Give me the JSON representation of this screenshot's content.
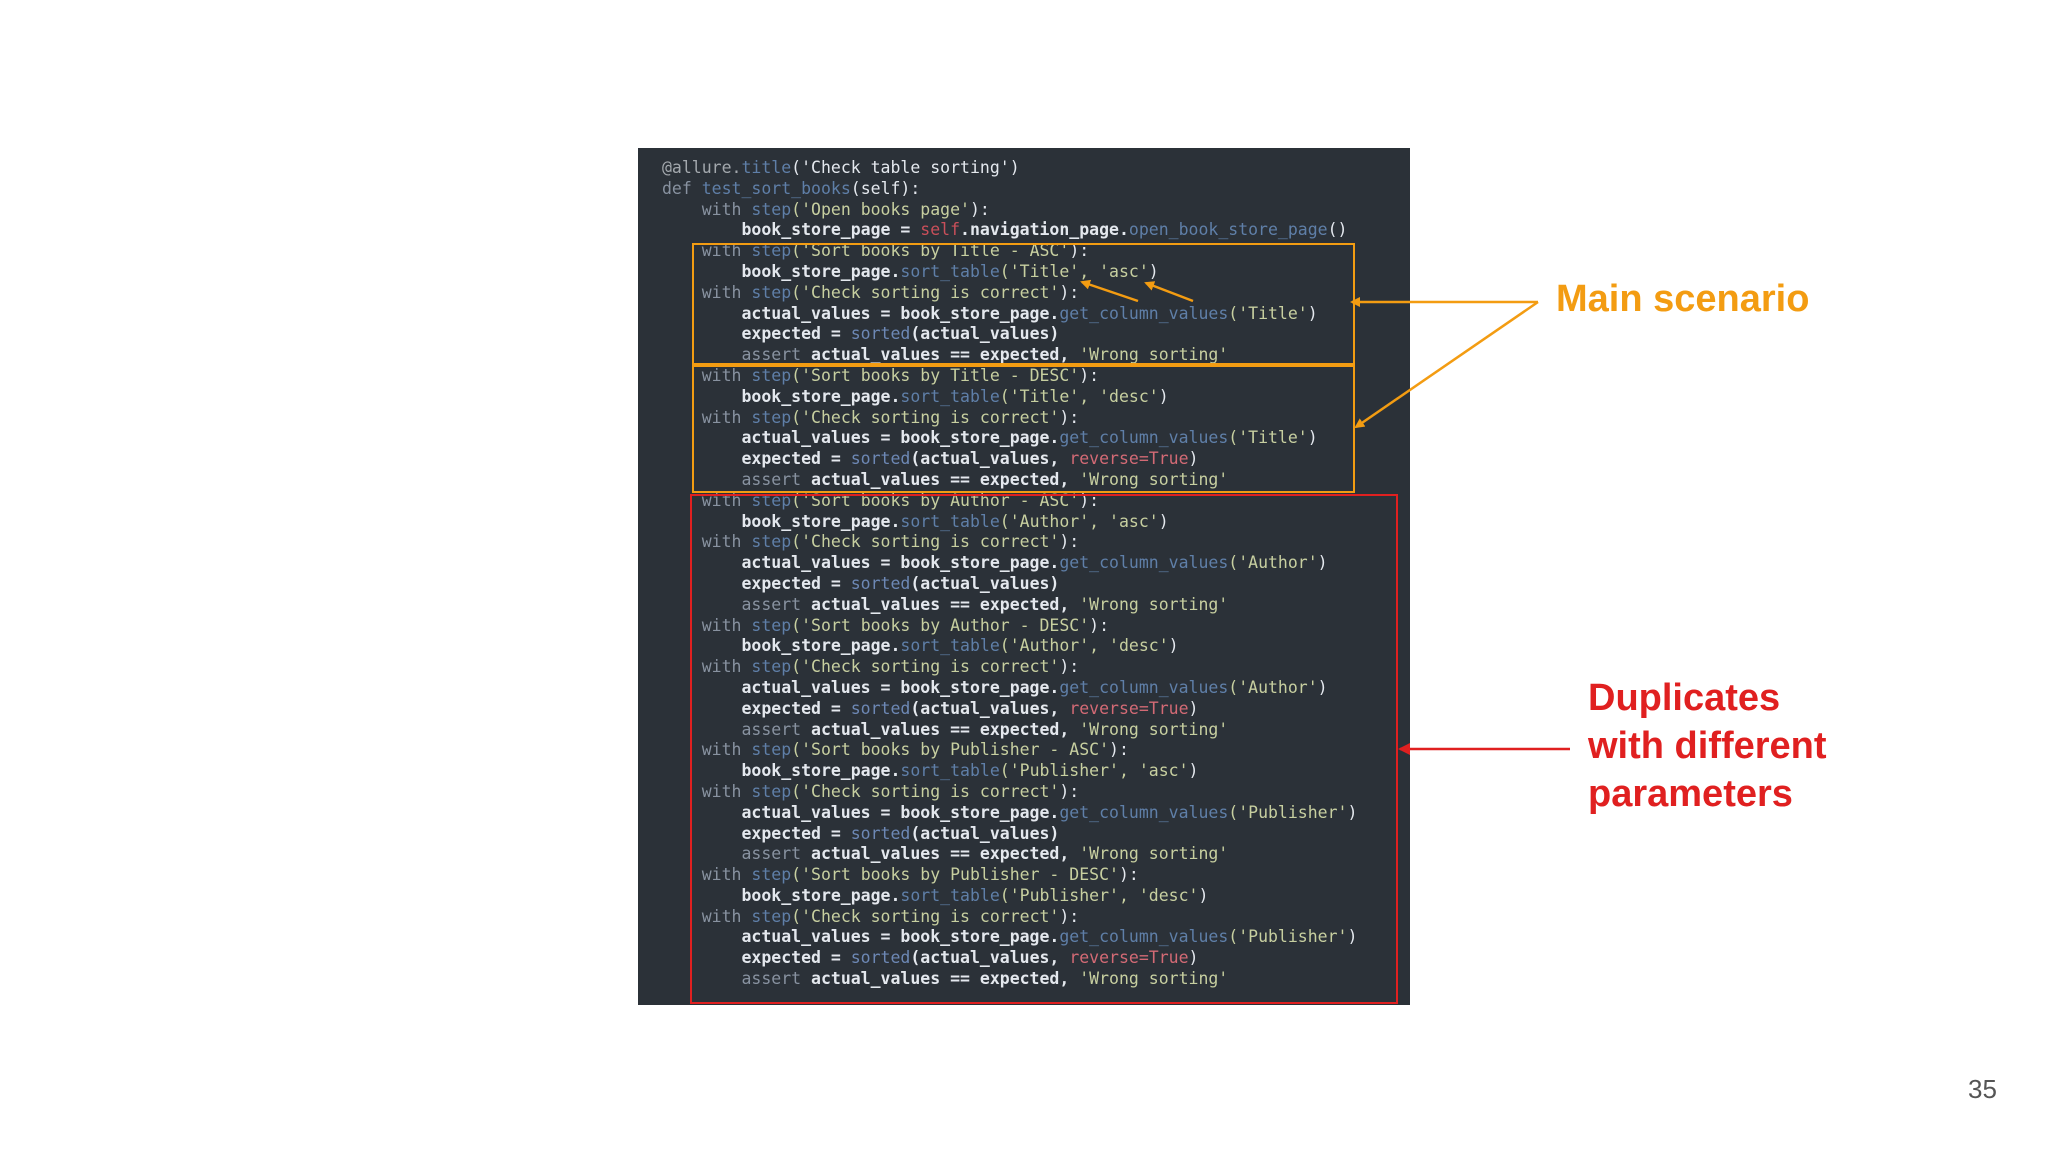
{
  "code_lines": [
    [
      [
        "@allure.",
        "deco"
      ],
      [
        "title",
        "fn"
      ],
      [
        "('Check table sorting')",
        "p"
      ]
    ],
    [
      [
        "def ",
        "kw"
      ],
      [
        "test_sort_books",
        "fn"
      ],
      [
        "(self):",
        "p"
      ]
    ],
    [
      [
        "    with ",
        "kw"
      ],
      [
        "step",
        "fn"
      ],
      [
        "('Open books page'",
        "str"
      ],
      [
        "):",
        "p"
      ]
    ],
    [
      [
        "        book_store_page = ",
        "id"
      ],
      [
        "self",
        "self"
      ],
      [
        ".navigation_page.",
        "id"
      ],
      [
        "open_book_store_page",
        "fn"
      ],
      [
        "()",
        "p"
      ]
    ],
    [
      [
        "    with ",
        "kw"
      ],
      [
        "step",
        "fn"
      ],
      [
        "('Sort books by Title - ASC'",
        "str"
      ],
      [
        "):",
        "p"
      ]
    ],
    [
      [
        "        book_store_page.",
        "id"
      ],
      [
        "sort_table",
        "fn"
      ],
      [
        "('Title', 'asc'",
        "str"
      ],
      [
        ")",
        "p"
      ]
    ],
    [
      [
        "    with ",
        "kw"
      ],
      [
        "step",
        "fn"
      ],
      [
        "('Check sorting is correct'",
        "str"
      ],
      [
        "):",
        "p"
      ]
    ],
    [
      [
        "        actual_values = ",
        "id"
      ],
      [
        "book_store_page.",
        "id"
      ],
      [
        "get_column_values",
        "fn"
      ],
      [
        "('Title'",
        "str"
      ],
      [
        ")",
        "p"
      ]
    ],
    [
      [
        "        expected = ",
        "id"
      ],
      [
        "sorted",
        "bi"
      ],
      [
        "(actual_values)",
        "id"
      ]
    ],
    [
      [
        "        assert ",
        "kw"
      ],
      [
        "actual_values == expected, ",
        "id"
      ],
      [
        "'Wrong sorting'",
        "str"
      ]
    ],
    [
      [
        "    with ",
        "kw"
      ],
      [
        "step",
        "fn"
      ],
      [
        "('Sort books by Title - DESC'",
        "str"
      ],
      [
        "):",
        "p"
      ]
    ],
    [
      [
        "        book_store_page.",
        "id"
      ],
      [
        "sort_table",
        "fn"
      ],
      [
        "('Title', 'desc'",
        "str"
      ],
      [
        ")",
        "p"
      ]
    ],
    [
      [
        "    with ",
        "kw"
      ],
      [
        "step",
        "fn"
      ],
      [
        "('Check sorting is correct'",
        "str"
      ],
      [
        "):",
        "p"
      ]
    ],
    [
      [
        "        actual_values = ",
        "id"
      ],
      [
        "book_store_page.",
        "id"
      ],
      [
        "get_column_values",
        "fn"
      ],
      [
        "('Title'",
        "str"
      ],
      [
        ")",
        "p"
      ]
    ],
    [
      [
        "        expected = ",
        "id"
      ],
      [
        "sorted",
        "bi"
      ],
      [
        "(actual_values, ",
        "id"
      ],
      [
        "reverse=True",
        "rev"
      ],
      [
        ")",
        "p"
      ]
    ],
    [
      [
        "        assert ",
        "kw"
      ],
      [
        "actual_values == expected, ",
        "id"
      ],
      [
        "'Wrong sorting'",
        "str"
      ]
    ],
    [
      [
        "    with ",
        "kw"
      ],
      [
        "step",
        "fn"
      ],
      [
        "('Sort books by Author - ASC'",
        "str"
      ],
      [
        "):",
        "p"
      ]
    ],
    [
      [
        "        book_store_page.",
        "id"
      ],
      [
        "sort_table",
        "fn"
      ],
      [
        "('Author', 'asc'",
        "str"
      ],
      [
        ")",
        "p"
      ]
    ],
    [
      [
        "    with ",
        "kw"
      ],
      [
        "step",
        "fn"
      ],
      [
        "('Check sorting is correct'",
        "str"
      ],
      [
        "):",
        "p"
      ]
    ],
    [
      [
        "        actual_values = ",
        "id"
      ],
      [
        "book_store_page.",
        "id"
      ],
      [
        "get_column_values",
        "fn"
      ],
      [
        "('Author'",
        "str"
      ],
      [
        ")",
        "p"
      ]
    ],
    [
      [
        "        expected = ",
        "id"
      ],
      [
        "sorted",
        "bi"
      ],
      [
        "(actual_values)",
        "id"
      ]
    ],
    [
      [
        "        assert ",
        "kw"
      ],
      [
        "actual_values == expected, ",
        "id"
      ],
      [
        "'Wrong sorting'",
        "str"
      ]
    ],
    [
      [
        "    with ",
        "kw"
      ],
      [
        "step",
        "fn"
      ],
      [
        "('Sort books by Author - DESC'",
        "str"
      ],
      [
        "):",
        "p"
      ]
    ],
    [
      [
        "        book_store_page.",
        "id"
      ],
      [
        "sort_table",
        "fn"
      ],
      [
        "('Author', 'desc'",
        "str"
      ],
      [
        ")",
        "p"
      ]
    ],
    [
      [
        "    with ",
        "kw"
      ],
      [
        "step",
        "fn"
      ],
      [
        "('Check sorting is correct'",
        "str"
      ],
      [
        "):",
        "p"
      ]
    ],
    [
      [
        "        actual_values = ",
        "id"
      ],
      [
        "book_store_page.",
        "id"
      ],
      [
        "get_column_values",
        "fn"
      ],
      [
        "('Author'",
        "str"
      ],
      [
        ")",
        "p"
      ]
    ],
    [
      [
        "        expected = ",
        "id"
      ],
      [
        "sorted",
        "bi"
      ],
      [
        "(actual_values, ",
        "id"
      ],
      [
        "reverse=True",
        "rev"
      ],
      [
        ")",
        "p"
      ]
    ],
    [
      [
        "        assert ",
        "kw"
      ],
      [
        "actual_values == expected, ",
        "id"
      ],
      [
        "'Wrong sorting'",
        "str"
      ]
    ],
    [
      [
        "    with ",
        "kw"
      ],
      [
        "step",
        "fn"
      ],
      [
        "('Sort books by Publisher - ASC'",
        "str"
      ],
      [
        "):",
        "p"
      ]
    ],
    [
      [
        "        book_store_page.",
        "id"
      ],
      [
        "sort_table",
        "fn"
      ],
      [
        "('Publisher', 'asc'",
        "str"
      ],
      [
        ")",
        "p"
      ]
    ],
    [
      [
        "    with ",
        "kw"
      ],
      [
        "step",
        "fn"
      ],
      [
        "('Check sorting is correct'",
        "str"
      ],
      [
        "):",
        "p"
      ]
    ],
    [
      [
        "        actual_values = ",
        "id"
      ],
      [
        "book_store_page.",
        "id"
      ],
      [
        "get_column_values",
        "fn"
      ],
      [
        "('Publisher'",
        "str"
      ],
      [
        ")",
        "p"
      ]
    ],
    [
      [
        "        expected = ",
        "id"
      ],
      [
        "sorted",
        "bi"
      ],
      [
        "(actual_values)",
        "id"
      ]
    ],
    [
      [
        "        assert ",
        "kw"
      ],
      [
        "actual_values == expected, ",
        "id"
      ],
      [
        "'Wrong sorting'",
        "str"
      ]
    ],
    [
      [
        "    with ",
        "kw"
      ],
      [
        "step",
        "fn"
      ],
      [
        "('Sort books by Publisher - DESC'",
        "str"
      ],
      [
        "):",
        "p"
      ]
    ],
    [
      [
        "        book_store_page.",
        "id"
      ],
      [
        "sort_table",
        "fn"
      ],
      [
        "('Publisher', 'desc'",
        "str"
      ],
      [
        ")",
        "p"
      ]
    ],
    [
      [
        "    with ",
        "kw"
      ],
      [
        "step",
        "fn"
      ],
      [
        "('Check sorting is correct'",
        "str"
      ],
      [
        "):",
        "p"
      ]
    ],
    [
      [
        "        actual_values = ",
        "id"
      ],
      [
        "book_store_page.",
        "id"
      ],
      [
        "get_column_values",
        "fn"
      ],
      [
        "('Publisher'",
        "str"
      ],
      [
        ")",
        "p"
      ]
    ],
    [
      [
        "        expected = ",
        "id"
      ],
      [
        "sorted",
        "bi"
      ],
      [
        "(actual_values, ",
        "id"
      ],
      [
        "reverse=True",
        "rev"
      ],
      [
        ")",
        "p"
      ]
    ],
    [
      [
        "        assert ",
        "kw"
      ],
      [
        "actual_values == expected, ",
        "id"
      ],
      [
        "'Wrong sorting'",
        "str"
      ]
    ]
  ],
  "annotations": {
    "main_label": "Main scenario",
    "duplicates_label": [
      "Duplicates",
      "with different",
      "parameters"
    ]
  },
  "colors": {
    "main": "#f39c12",
    "duplicates": "#e02020",
    "code_background": "#2b3138"
  },
  "page_number": "35"
}
